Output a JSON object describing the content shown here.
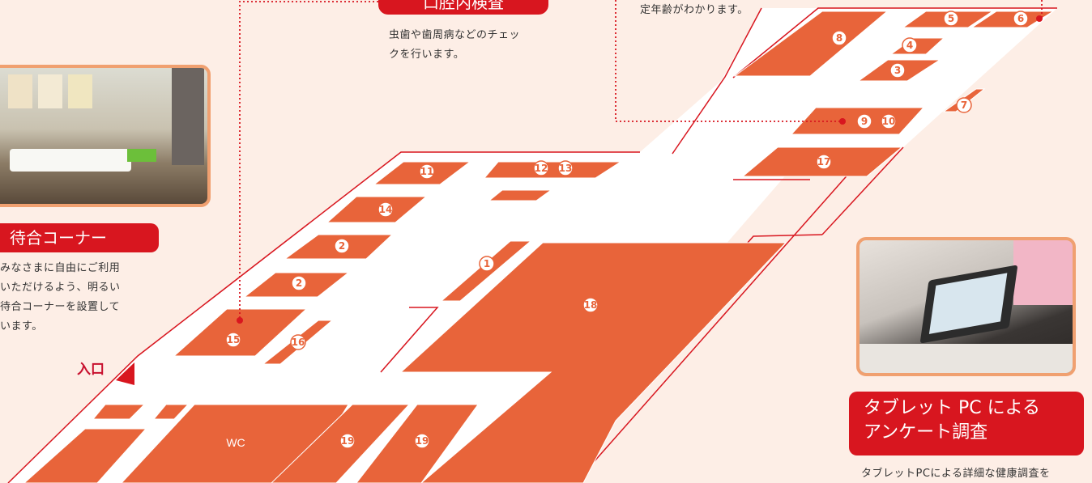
{
  "floor_plan": {
    "entrance_label": "入口",
    "wc_label": "WC",
    "room_numbers": [
      "1",
      "2",
      "2",
      "3",
      "4",
      "5",
      "6",
      "7",
      "8",
      "9",
      "10",
      "11",
      "12",
      "13",
      "14",
      "15",
      "16",
      "17",
      "18",
      "19",
      "19"
    ]
  },
  "oral_exam": {
    "title": "口腔内検査",
    "description_lines": [
      "虫歯や歯周病などのチェッ",
      "クを行います。"
    ]
  },
  "top_caption": {
    "text": "定年齢がわかります。"
  },
  "waiting_corner": {
    "title": "待合コーナー",
    "description_lines": [
      "みなさまに自由にご利用",
      "いただけるよう、明るい",
      "待合コーナーを設置して",
      "います。"
    ]
  },
  "tablet_survey": {
    "title_lines": [
      "タブレット PC による",
      "アンケート調査"
    ],
    "description": "タブレットPCによる詳細な健康調査を"
  },
  "colors": {
    "accent": "#e8643a",
    "banner_red": "#d8161f",
    "background": "#fdeee6",
    "photo_border": "#f0a070",
    "connector": "#d8161f"
  }
}
